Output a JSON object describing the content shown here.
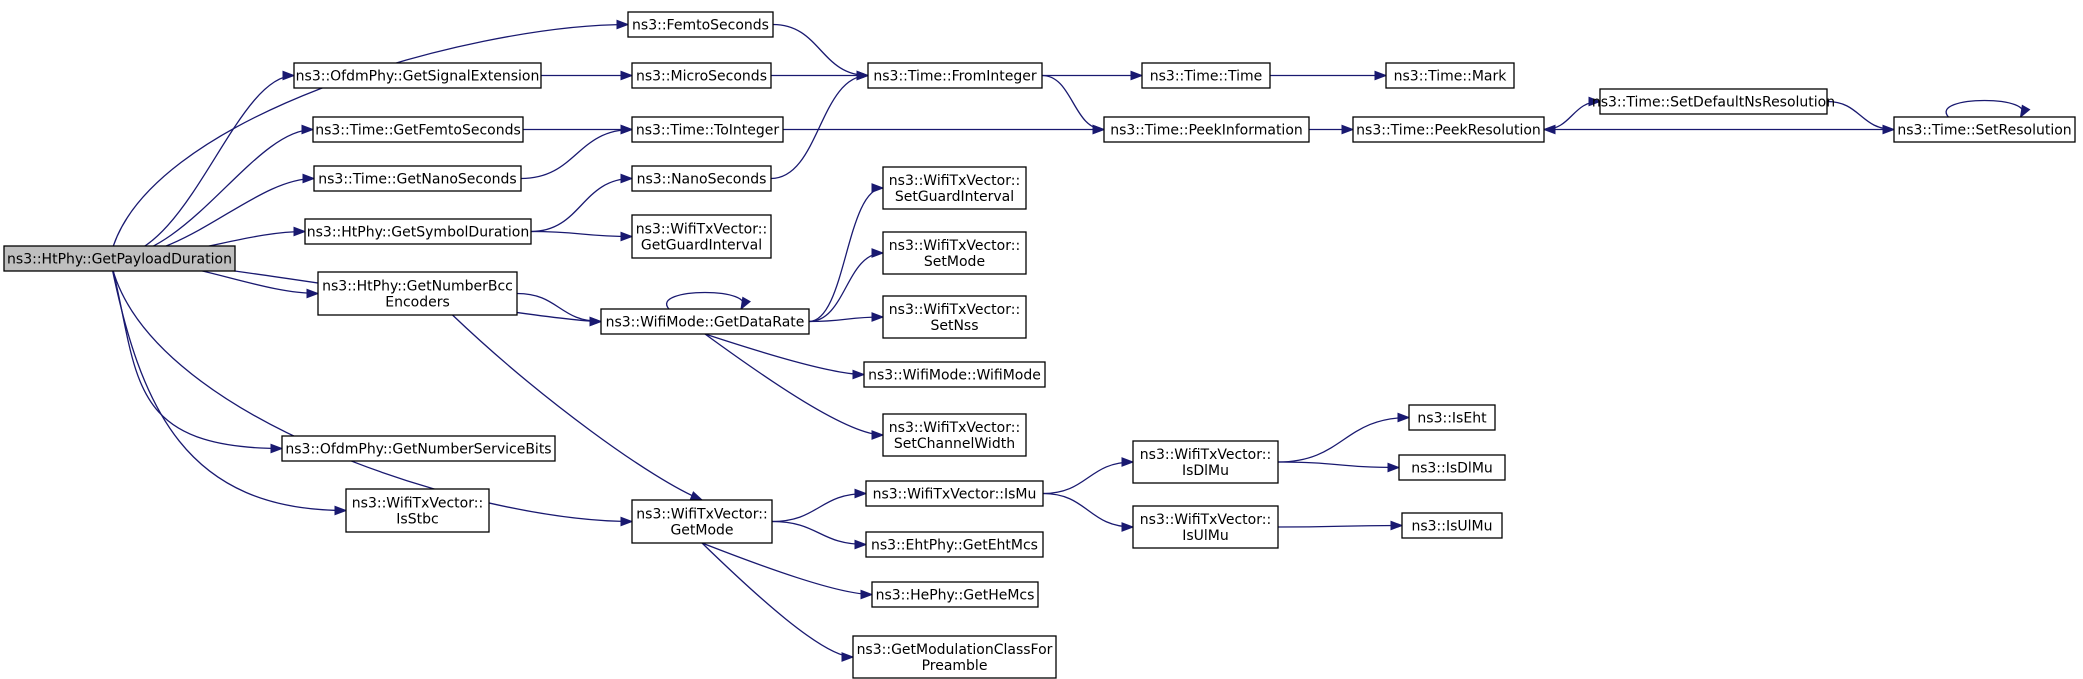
{
  "nodes": [
    {
      "id": "n0",
      "lines": [
        "ns3::HtPhy::GetPayloadDuration"
      ],
      "root": true
    },
    {
      "id": "n1",
      "lines": [
        "ns3::FemtoSeconds"
      ]
    },
    {
      "id": "n2",
      "lines": [
        "ns3::OfdmPhy::GetSignalExtension"
      ]
    },
    {
      "id": "n3",
      "lines": [
        "ns3::MicroSeconds"
      ]
    },
    {
      "id": "n4",
      "lines": [
        "ns3::Time::FromInteger"
      ]
    },
    {
      "id": "n5",
      "lines": [
        "ns3::Time::Time"
      ]
    },
    {
      "id": "n6",
      "lines": [
        "ns3::Time::Mark"
      ]
    },
    {
      "id": "n7",
      "lines": [
        "ns3::Time::GetFemtoSeconds"
      ]
    },
    {
      "id": "n8",
      "lines": [
        "ns3::Time::ToInteger"
      ]
    },
    {
      "id": "n9",
      "lines": [
        "ns3::Time::PeekInformation"
      ]
    },
    {
      "id": "n10",
      "lines": [
        "ns3::Time::PeekResolution"
      ]
    },
    {
      "id": "n11",
      "lines": [
        "ns3::Time::SetDefaultNsResolution"
      ]
    },
    {
      "id": "n12",
      "lines": [
        "ns3::Time::SetResolution"
      ]
    },
    {
      "id": "n13",
      "lines": [
        "ns3::Time::GetNanoSeconds"
      ]
    },
    {
      "id": "n14",
      "lines": [
        "ns3::NanoSeconds"
      ]
    },
    {
      "id": "n15",
      "lines": [
        "ns3::HtPhy::GetSymbolDuration"
      ]
    },
    {
      "id": "n16",
      "lines": [
        "ns3::WifiTxVector::",
        "GetGuardInterval"
      ]
    },
    {
      "id": "n17",
      "lines": [
        "ns3::WifiTxVector::",
        "SetGuardInterval"
      ]
    },
    {
      "id": "n18",
      "lines": [
        "ns3::WifiTxVector::",
        "SetMode"
      ]
    },
    {
      "id": "n19",
      "lines": [
        "ns3::HtPhy::GetNumberBcc",
        "Encoders"
      ]
    },
    {
      "id": "n20",
      "lines": [
        "ns3::WifiMode::GetDataRate"
      ]
    },
    {
      "id": "n21",
      "lines": [
        "ns3::WifiTxVector::",
        "SetNss"
      ]
    },
    {
      "id": "n22",
      "lines": [
        "ns3::WifiMode::WifiMode"
      ]
    },
    {
      "id": "n23",
      "lines": [
        "ns3::WifiTxVector::",
        "SetChannelWidth"
      ]
    },
    {
      "id": "n24",
      "lines": [
        "ns3::OfdmPhy::GetNumberServiceBits"
      ]
    },
    {
      "id": "n25",
      "lines": [
        "ns3::WifiTxVector::",
        "IsStbc"
      ]
    },
    {
      "id": "n26",
      "lines": [
        "ns3::WifiTxVector::",
        "GetMode"
      ]
    },
    {
      "id": "n27",
      "lines": [
        "ns3::WifiTxVector::IsMu"
      ]
    },
    {
      "id": "n28",
      "lines": [
        "ns3::EhtPhy::GetEhtMcs"
      ]
    },
    {
      "id": "n29",
      "lines": [
        "ns3::HePhy::GetHeMcs"
      ]
    },
    {
      "id": "n30",
      "lines": [
        "ns3::GetModulationClassFor",
        "Preamble"
      ]
    },
    {
      "id": "n31",
      "lines": [
        "ns3::WifiTxVector::",
        "IsDlMu"
      ]
    },
    {
      "id": "n32",
      "lines": [
        "ns3::WifiTxVector::",
        "IsUlMu"
      ]
    },
    {
      "id": "n33",
      "lines": [
        "ns3::IsEht"
      ]
    },
    {
      "id": "n34",
      "lines": [
        "ns3::IsDlMu"
      ]
    },
    {
      "id": "n35",
      "lines": [
        "ns3::IsUlMu"
      ]
    }
  ],
  "edges": [
    [
      "n0",
      "n1"
    ],
    [
      "n0",
      "n2"
    ],
    [
      "n0",
      "n7"
    ],
    [
      "n0",
      "n13"
    ],
    [
      "n0",
      "n15"
    ],
    [
      "n0",
      "n19"
    ],
    [
      "n0",
      "n20"
    ],
    [
      "n0",
      "n26"
    ],
    [
      "n0",
      "n24"
    ],
    [
      "n0",
      "n25"
    ],
    [
      "n1",
      "n4"
    ],
    [
      "n2",
      "n3"
    ],
    [
      "n3",
      "n4"
    ],
    [
      "n4",
      "n5"
    ],
    [
      "n4",
      "n9"
    ],
    [
      "n5",
      "n6"
    ],
    [
      "n7",
      "n8"
    ],
    [
      "n13",
      "n8"
    ],
    [
      "n8",
      "n9"
    ],
    [
      "n9",
      "n10"
    ],
    [
      "n10",
      "n11"
    ],
    [
      "n11",
      "n12"
    ],
    [
      "n12",
      "n10"
    ],
    [
      "n12",
      "n12"
    ],
    [
      "n14",
      "n4"
    ],
    [
      "n15",
      "n14"
    ],
    [
      "n15",
      "n16"
    ],
    [
      "n19",
      "n20"
    ],
    [
      "n19",
      "n26"
    ],
    [
      "n20",
      "n20"
    ],
    [
      "n20",
      "n17"
    ],
    [
      "n20",
      "n18"
    ],
    [
      "n20",
      "n21"
    ],
    [
      "n20",
      "n22"
    ],
    [
      "n20",
      "n23"
    ],
    [
      "n26",
      "n27"
    ],
    [
      "n26",
      "n28"
    ],
    [
      "n26",
      "n29"
    ],
    [
      "n26",
      "n30"
    ],
    [
      "n27",
      "n31"
    ],
    [
      "n27",
      "n32"
    ],
    [
      "n31",
      "n33"
    ],
    [
      "n31",
      "n34"
    ],
    [
      "n32",
      "n35"
    ]
  ]
}
